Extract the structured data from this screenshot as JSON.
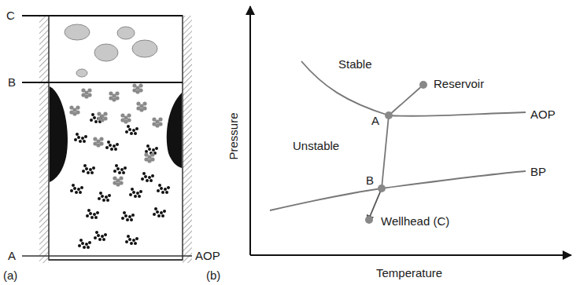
{
  "diagram": {
    "labels": [
      "C",
      "B",
      "A",
      "AOP",
      "(a)",
      "Stable",
      "Reservoir",
      "A",
      "AOP",
      "Unstable",
      "B",
      "BP",
      "Wellhead (C)",
      "Pressure",
      "Temperature",
      "(b)"
    ]
  }
}
